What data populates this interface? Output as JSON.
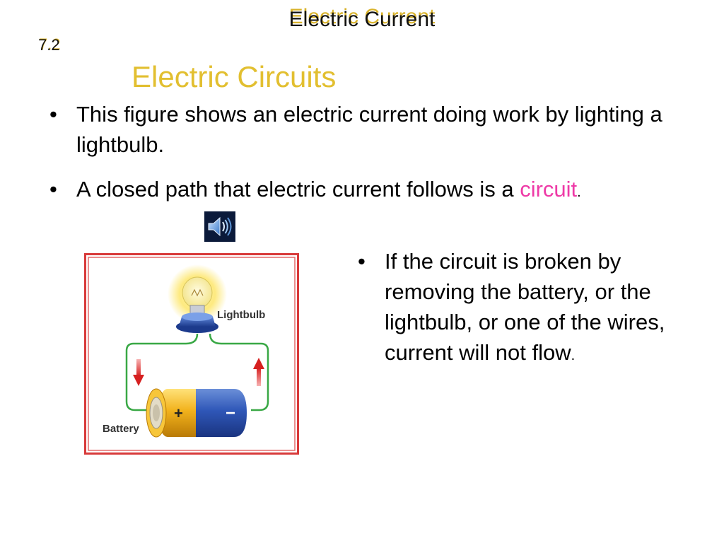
{
  "header": {
    "title": "Electric Current",
    "section_number": "7.2"
  },
  "slide": {
    "title": "Electric Circuits",
    "bullets": [
      {
        "text": "This figure shows an electric current doing work by lighting a lightbulb."
      },
      {
        "text_before": "A closed path that electric current follows is a ",
        "highlight": "circuit",
        "text_after": "."
      },
      {
        "text": "If the circuit is broken by removing the battery, or the lightbulb, or one of the wires, current will not flow",
        "text_after": "."
      }
    ],
    "bullet_symbol": "•"
  },
  "figure": {
    "lightbulb_label": "Lightbulb",
    "battery_label": "Battery",
    "plus_sign": "+",
    "minus_sign": "−"
  },
  "icons": {
    "sound": "speaker-icon"
  },
  "colors": {
    "title": "#e2bf30",
    "highlight": "#ee3aa7",
    "frame": "#d83a3a",
    "wire": "#39a845"
  }
}
